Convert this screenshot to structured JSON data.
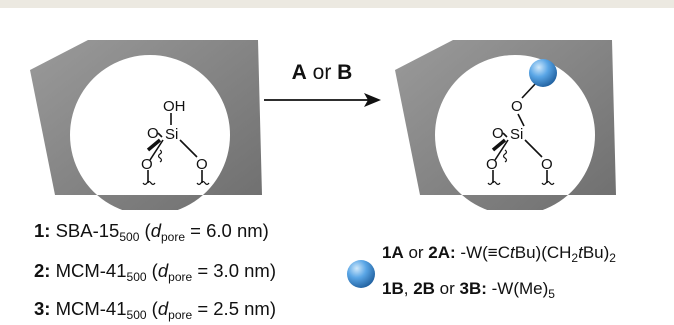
{
  "scheme": {
    "arrow_label": {
      "a": "A",
      "or": " or ",
      "b": "B"
    },
    "left_atoms": {
      "oh": "OH",
      "o_top": "O",
      "si": "Si",
      "o_left": "O",
      "o_right": "O"
    },
    "right_atoms": {
      "o_up": "O",
      "o_mid": "O",
      "si": "Si",
      "o_left": "O",
      "o_right": "O"
    }
  },
  "materials": [
    {
      "num": "1:",
      "name": "SBA-15",
      "sub": "500",
      "d": "d",
      "dsub": "pore",
      "value": " = 6.0 nm)"
    },
    {
      "num": "2:",
      "name": "MCM-41",
      "sub": "500",
      "d": "d",
      "dsub": "pore",
      "value": " = 3.0 nm)"
    },
    {
      "num": "3:",
      "name": "MCM-41",
      "sub": "500",
      "d": "d",
      "dsub": "pore",
      "value": " = 2.5 nm)"
    }
  ],
  "legend": {
    "line1": {
      "a": "1A",
      "or": " or ",
      "b": "2A:",
      "formula_a": " -W(≡C",
      "t1": "t",
      "formula_b": "Bu)(CH",
      "sub": "2",
      "t2": "t",
      "formula_c": "Bu)",
      "sub2": "2"
    },
    "line2": {
      "a": "1B",
      "sep1": ", ",
      "b": "2B",
      "or": " or ",
      "c": "3B:",
      "formula": " -W(Me)",
      "sub": "5"
    }
  },
  "colors": {
    "support": "#8a8a8a",
    "support_dark": "#6f6f6f",
    "sphere": "#3d8fd6",
    "sphere_light": "#a9d3f5"
  }
}
